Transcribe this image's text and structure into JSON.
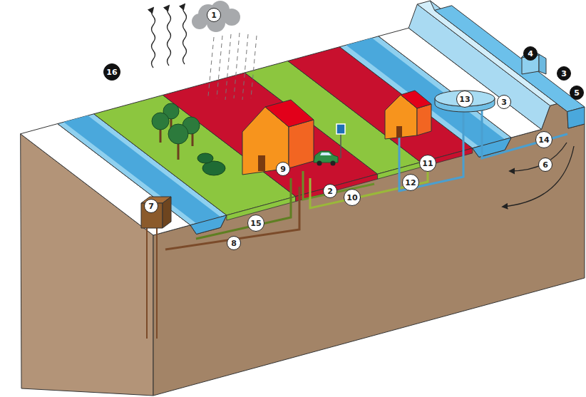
{
  "diagram": {
    "nodes": [
      {
        "text": [
          "16"
        ]
      },
      {
        "text": [
          "1"
        ]
      },
      {
        "text": [
          "4"
        ]
      },
      {
        "text": [
          "3"
        ]
      },
      {
        "text": [
          "5"
        ]
      },
      {
        "text": [
          "13"
        ]
      },
      {
        "text": [
          "3"
        ]
      },
      {
        "text": [
          "14"
        ]
      },
      {
        "text": [
          "6"
        ]
      },
      {
        "text": [
          "11"
        ]
      },
      {
        "text": [
          "9"
        ]
      },
      {
        "text": [
          "2"
        ]
      },
      {
        "text": [
          "12"
        ]
      },
      {
        "text": [
          "10"
        ]
      },
      {
        "text": [
          "7"
        ]
      },
      {
        "text": [
          "15"
        ]
      },
      {
        "text": [
          "8"
        ]
      }
    ]
  }
}
